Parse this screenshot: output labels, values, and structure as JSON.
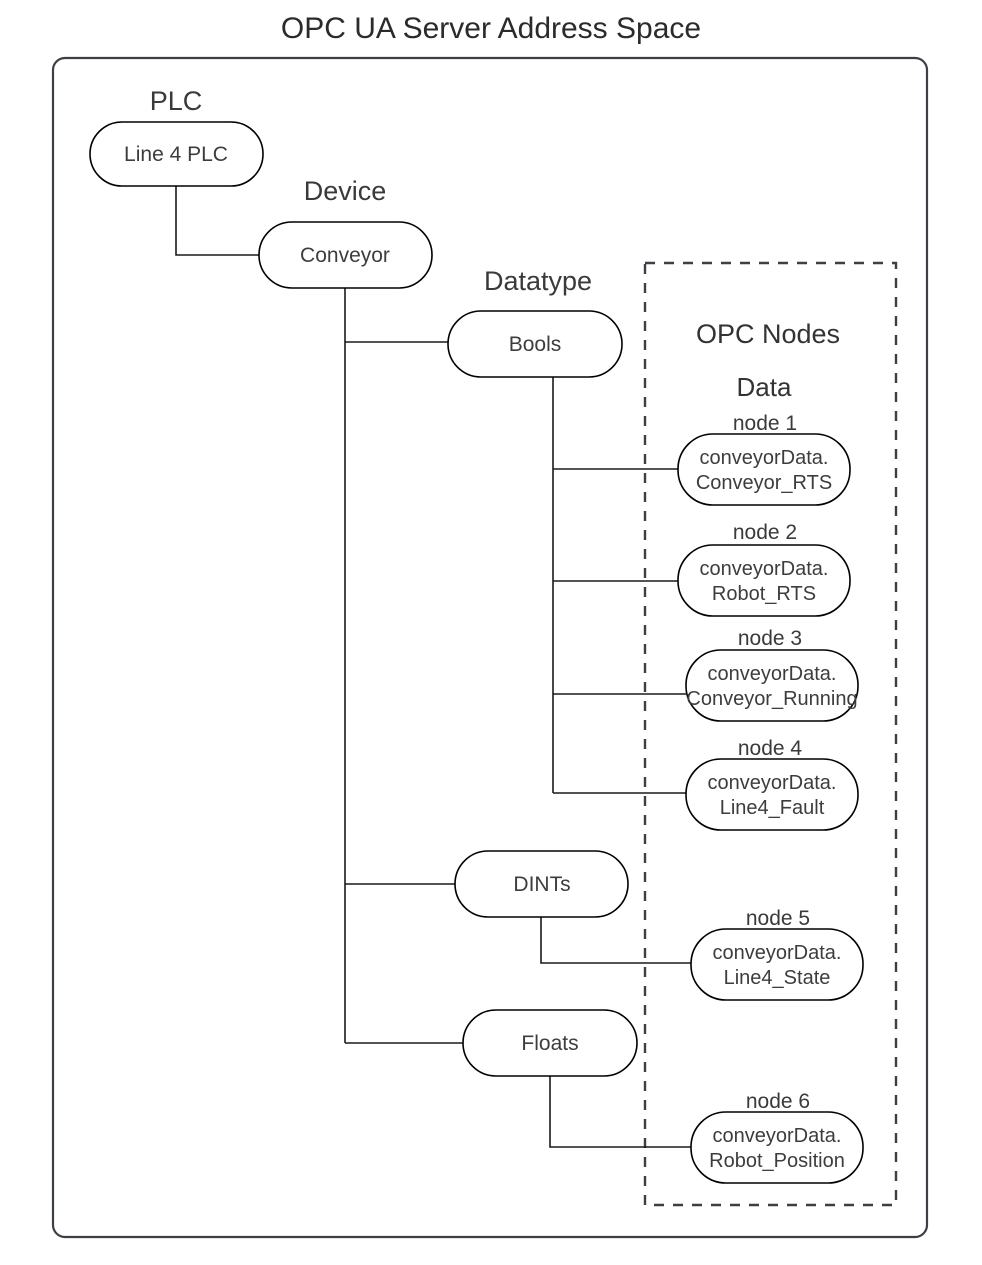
{
  "title": "OPC UA Server Address Space",
  "colors": {
    "accent_red": "#FF3B30",
    "frame": "#3b3f46",
    "text": "#333333",
    "node_stroke": "#000000",
    "background": "#ffffff"
  },
  "group_labels": {
    "plc": "PLC",
    "device": "Device",
    "datatype": "Datatype",
    "opc_nodes": "OPC Nodes",
    "data": "Data"
  },
  "nodes": {
    "plc": {
      "label": "Line 4 PLC"
    },
    "device": {
      "label": "Conveyor"
    },
    "datatypes": [
      {
        "label": "Bools"
      },
      {
        "label": "DINTs"
      },
      {
        "label": "Floats"
      }
    ],
    "opc": [
      {
        "caption": "node 1",
        "line1": "conveyorData.",
        "line2": "Conveyor_RTS"
      },
      {
        "caption": "node 2",
        "line1": "conveyorData.",
        "line2": "Robot_RTS"
      },
      {
        "caption": "node 3",
        "line1": "conveyorData.",
        "line2": "Conveyor_Running"
      },
      {
        "caption": "node 4",
        "line1": "conveyorData.",
        "line2": "Line4_Fault"
      },
      {
        "caption": "node 5",
        "line1": "conveyorData.",
        "line2": "Line4_State"
      },
      {
        "caption": "node 6",
        "line1": "conveyorData.",
        "line2": "Robot_Position"
      }
    ]
  }
}
